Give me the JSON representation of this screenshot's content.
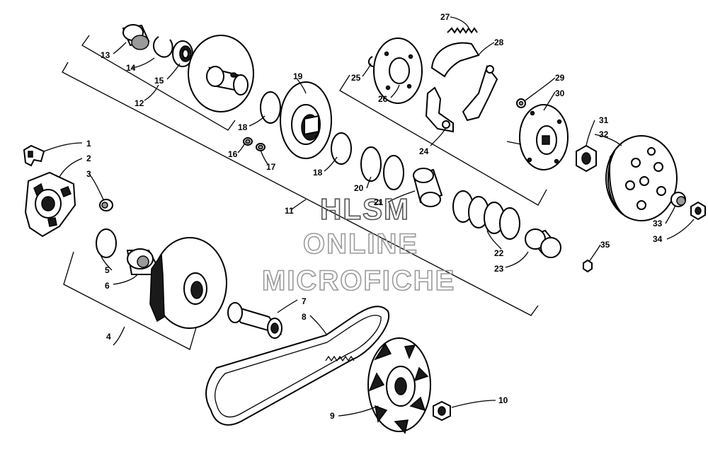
{
  "watermark": {
    "line1": "HLSM",
    "line2": "ONLINE",
    "line3": "MICROFICHE"
  },
  "callouts": [
    "1",
    "2",
    "3",
    "4",
    "5",
    "6",
    "7",
    "8",
    "9",
    "10",
    "11",
    "12",
    "13",
    "14",
    "15",
    "16",
    "17",
    "18",
    "18",
    "19",
    "20",
    "21",
    "22",
    "23",
    "24",
    "25",
    "26",
    "27",
    "28",
    "29",
    "30",
    "31",
    "32",
    "33",
    "34",
    "35"
  ]
}
